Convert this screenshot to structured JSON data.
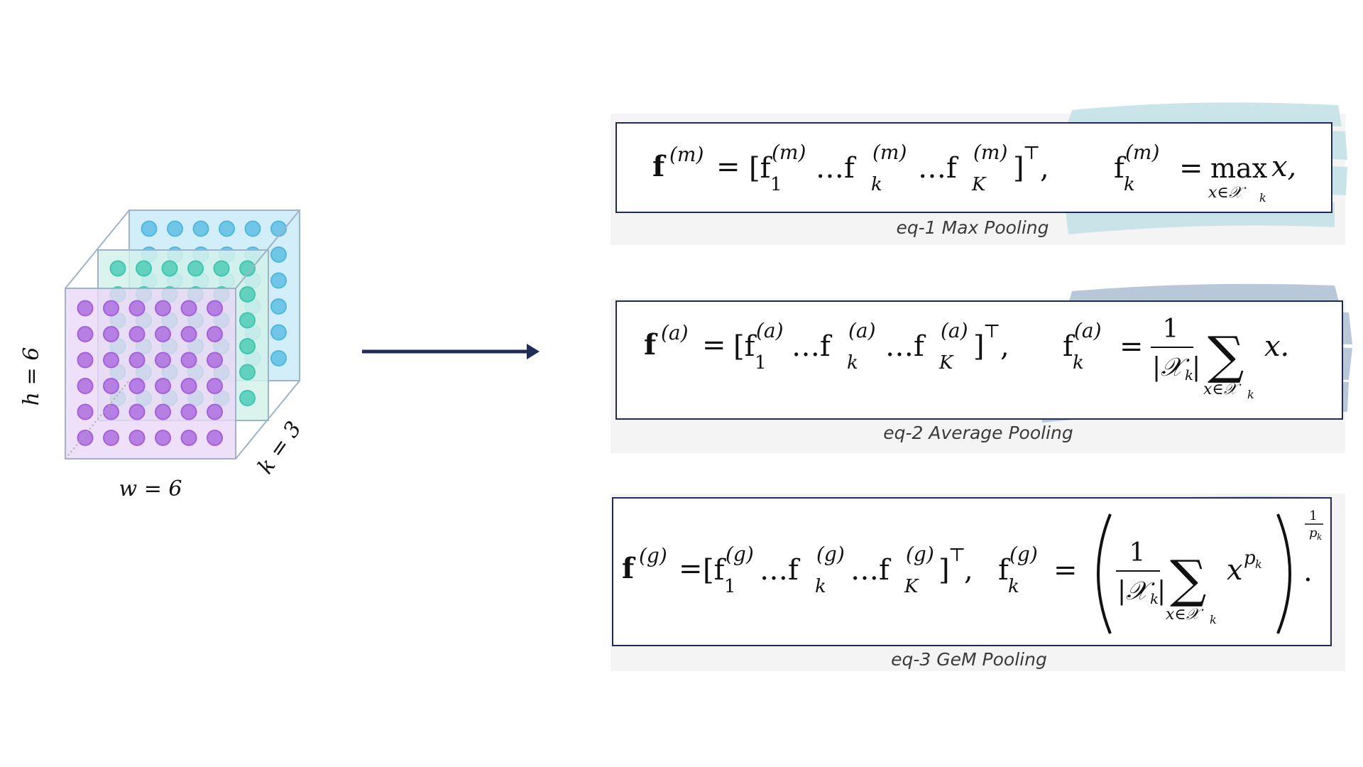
{
  "tensor": {
    "h_label": "h = 6",
    "w_label": "w = 6",
    "k_label": "k = 3",
    "layer_colors": [
      "#4fb8e0",
      "#3cc7b0",
      "#a65fdc"
    ],
    "layer_fills": [
      "#d2eef8",
      "#d3f1ea",
      "#ead8f6"
    ]
  },
  "equations": [
    {
      "caption": "eq-1 Max Pooling",
      "highlight_color": "#c5e3e8",
      "f_sup": "(m)",
      "op": "max",
      "op_sub": "x∈𝒳",
      "tail": "x,"
    },
    {
      "caption": "eq-2 Average Pooling",
      "highlight_color": "#b6c6d6",
      "f_sup": "(a)",
      "frac_num": "1",
      "frac_den": "|𝒳",
      "sum_sub": "x∈𝒳",
      "tail": "x."
    },
    {
      "caption": "eq-3 GeM Pooling",
      "highlight_color": "#b8dfe9",
      "f_sup": "(g)",
      "frac_num": "1",
      "frac_den": "|𝒳",
      "sum_sub": "x∈𝒳",
      "power_base": "x",
      "power_exp": "p",
      "outer_exp_num": "1",
      "outer_exp_den": "p",
      "tail": "."
    }
  ]
}
